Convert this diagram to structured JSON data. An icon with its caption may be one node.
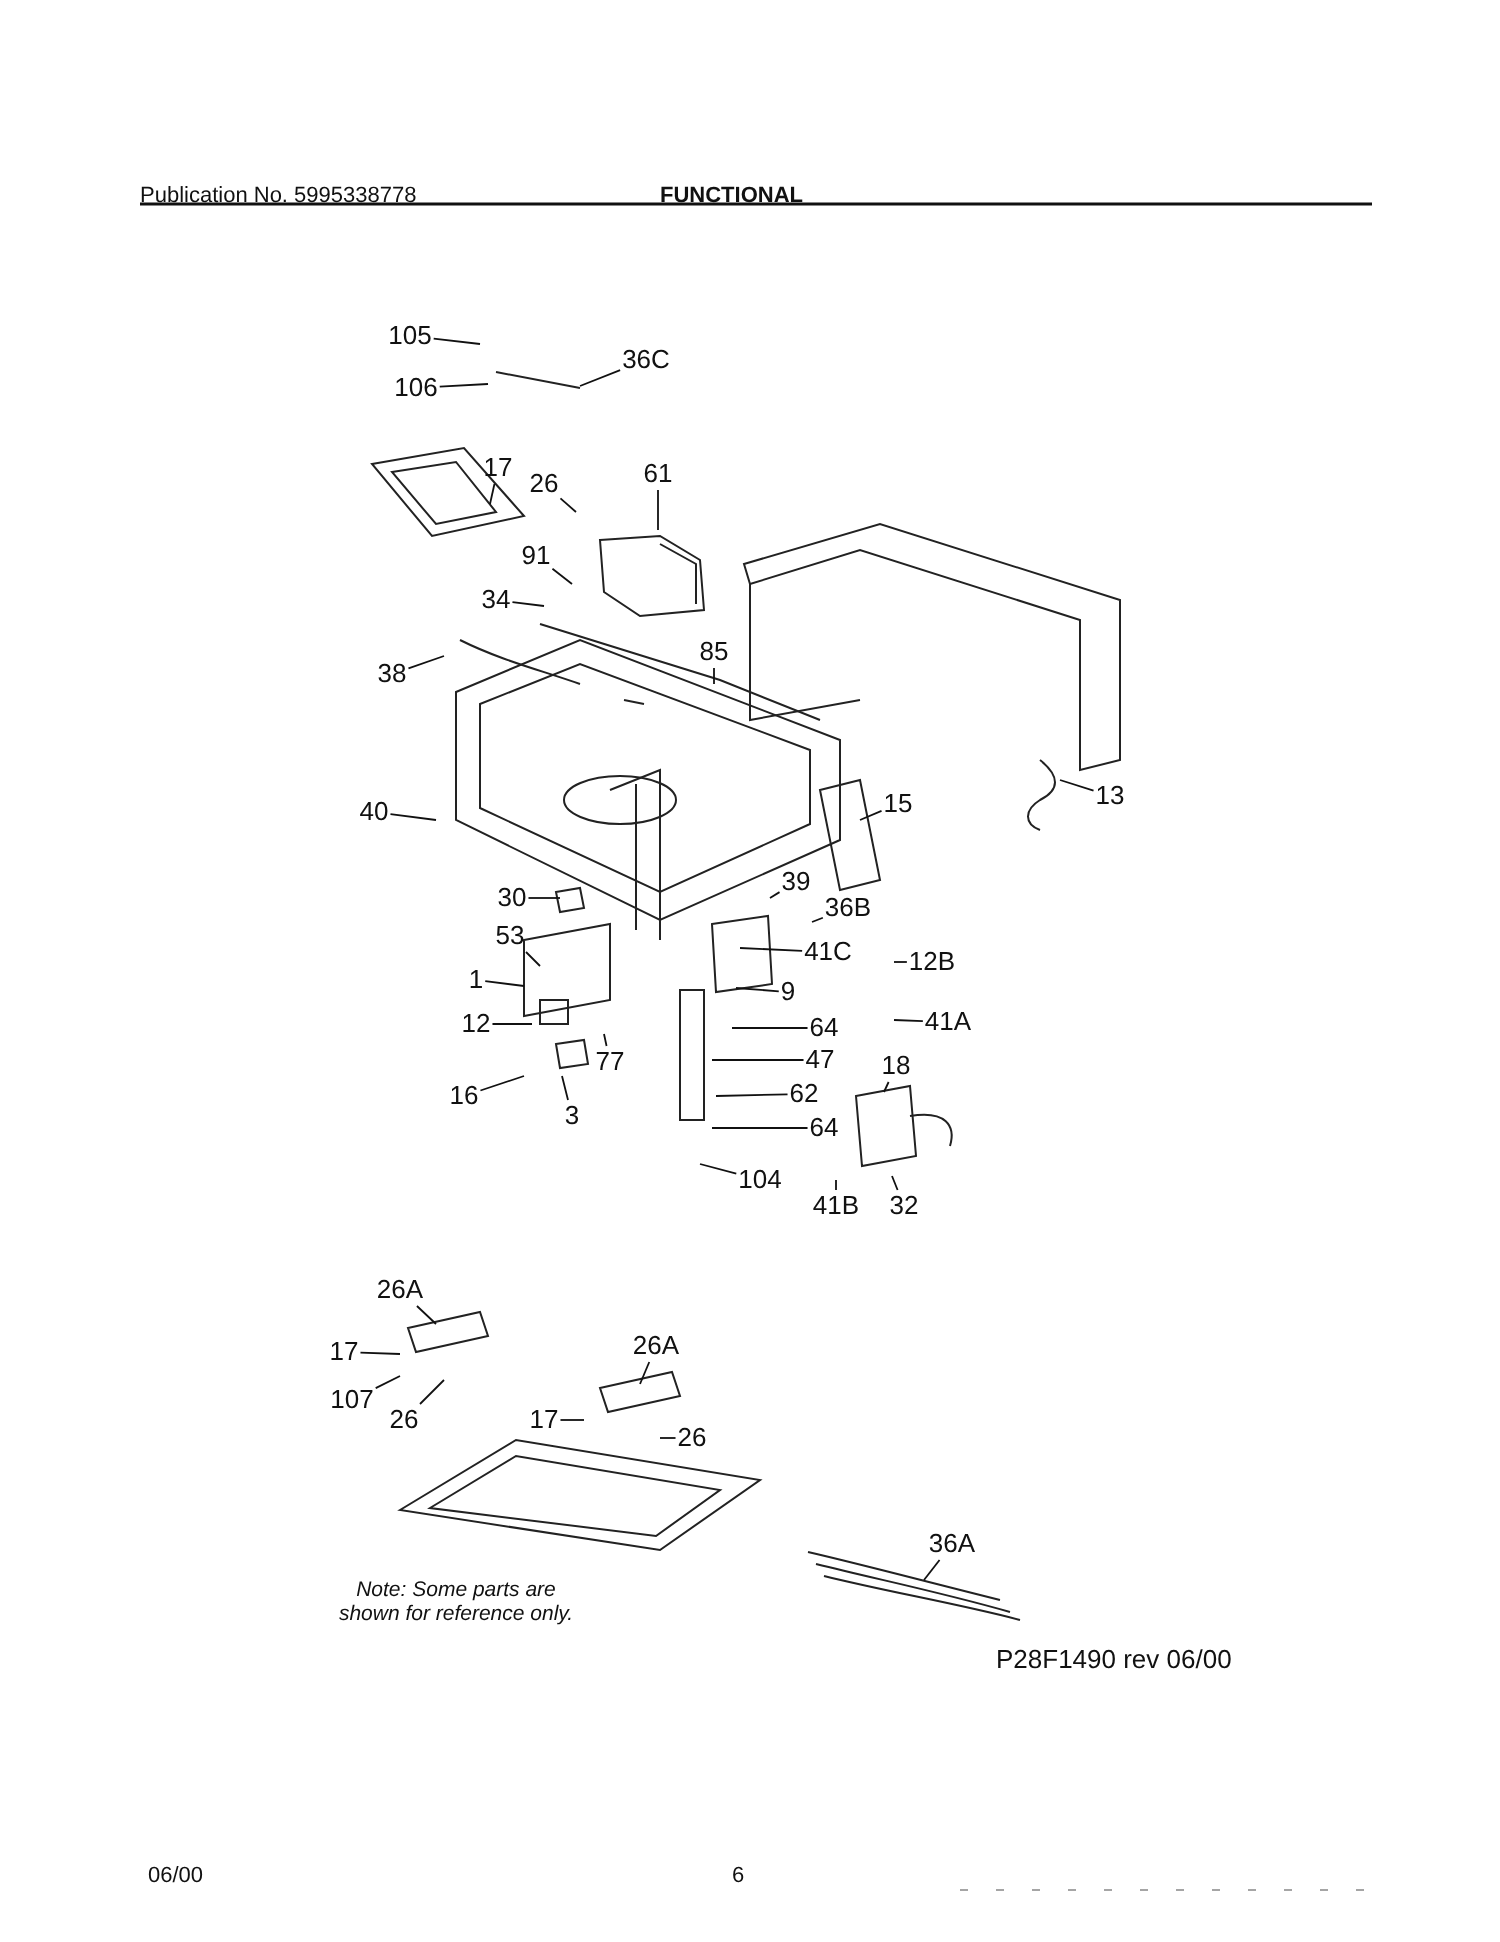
{
  "diagram": {
    "nodes": [
      {
        "text": [
          "105"
        ]
      },
      {
        "text": [
          "106"
        ]
      },
      {
        "text": [
          "36C"
        ]
      },
      {
        "text": [
          "17"
        ]
      },
      {
        "text": [
          "26"
        ]
      },
      {
        "text": [
          "61"
        ]
      },
      {
        "text": [
          "91"
        ]
      },
      {
        "text": [
          "34"
        ]
      },
      {
        "text": [
          "38"
        ]
      },
      {
        "text": [
          "85"
        ]
      },
      {
        "text": [
          "40"
        ]
      },
      {
        "text": [
          "15"
        ]
      },
      {
        "text": [
          "13"
        ]
      },
      {
        "text": [
          "30"
        ]
      },
      {
        "text": [
          "39"
        ]
      },
      {
        "text": [
          "36B"
        ]
      },
      {
        "text": [
          "53"
        ]
      },
      {
        "text": [
          "1"
        ]
      },
      {
        "text": [
          "41C"
        ]
      },
      {
        "text": [
          "12B"
        ]
      },
      {
        "text": [
          "12"
        ]
      },
      {
        "text": [
          "9"
        ]
      },
      {
        "text": [
          "41A"
        ]
      },
      {
        "text": [
          "64"
        ]
      },
      {
        "text": [
          "47"
        ]
      },
      {
        "text": [
          "16"
        ]
      },
      {
        "text": [
          "77"
        ]
      },
      {
        "text": [
          "3"
        ]
      },
      {
        "text": [
          "62"
        ]
      },
      {
        "text": [
          "64"
        ]
      },
      {
        "text": [
          "18"
        ]
      },
      {
        "text": [
          "104"
        ]
      },
      {
        "text": [
          "41B"
        ]
      },
      {
        "text": [
          "32"
        ]
      },
      {
        "text": [
          "26A"
        ]
      },
      {
        "text": [
          "17"
        ]
      },
      {
        "text": [
          "107"
        ]
      },
      {
        "text": [
          "26"
        ]
      },
      {
        "text": [
          "26A"
        ]
      },
      {
        "text": [
          "17"
        ]
      },
      {
        "text": [
          "26"
        ]
      },
      {
        "text": [
          "36A"
        ]
      }
    ],
    "edges": [
      {
        "from": 0,
        "to": null,
        "arrow": "none"
      },
      {
        "from": 1,
        "to": null,
        "arrow": "none"
      },
      {
        "from": 2,
        "to": null,
        "arrow": "none"
      },
      {
        "from": 3,
        "to": null,
        "arrow": "none"
      },
      {
        "from": 4,
        "to": null,
        "arrow": "none"
      },
      {
        "from": 5,
        "to": null,
        "arrow": "none"
      },
      {
        "from": 6,
        "to": null,
        "arrow": "none"
      },
      {
        "from": 7,
        "to": null,
        "arrow": "none"
      },
      {
        "from": 8,
        "to": null,
        "arrow": "none"
      },
      {
        "from": 9,
        "to": null,
        "arrow": "none"
      },
      {
        "from": 10,
        "to": null,
        "arrow": "none"
      },
      {
        "from": 11,
        "to": null,
        "arrow": "none"
      },
      {
        "from": 12,
        "to": null,
        "arrow": "none"
      },
      {
        "from": 13,
        "to": null,
        "arrow": "none"
      },
      {
        "from": 14,
        "to": null,
        "arrow": "none"
      },
      {
        "from": 15,
        "to": null,
        "arrow": "none"
      },
      {
        "from": 16,
        "to": null,
        "arrow": "none"
      },
      {
        "from": 17,
        "to": null,
        "arrow": "none"
      },
      {
        "from": 18,
        "to": null,
        "arrow": "none"
      },
      {
        "from": 19,
        "to": null,
        "arrow": "none"
      },
      {
        "from": 20,
        "to": null,
        "arrow": "none"
      },
      {
        "from": 21,
        "to": null,
        "arrow": "none"
      },
      {
        "from": 22,
        "to": null,
        "arrow": "none"
      },
      {
        "from": 23,
        "to": null,
        "arrow": "none"
      },
      {
        "from": 24,
        "to": null,
        "arrow": "none"
      },
      {
        "from": 25,
        "to": null,
        "arrow": "none"
      },
      {
        "from": 26,
        "to": null,
        "arrow": "none"
      },
      {
        "from": 27,
        "to": null,
        "arrow": "none"
      },
      {
        "from": 28,
        "to": null,
        "arrow": "none"
      },
      {
        "from": 29,
        "to": null,
        "arrow": "none"
      },
      {
        "from": 30,
        "to": null,
        "arrow": "none"
      },
      {
        "from": 31,
        "to": null,
        "arrow": "none"
      },
      {
        "from": 32,
        "to": null,
        "arrow": "none"
      },
      {
        "from": 33,
        "to": null,
        "arrow": "none"
      },
      {
        "from": 34,
        "to": null,
        "arrow": "none"
      },
      {
        "from": 35,
        "to": null,
        "arrow": "none"
      },
      {
        "from": 36,
        "to": null,
        "arrow": "none"
      },
      {
        "from": 37,
        "to": null,
        "arrow": "none"
      },
      {
        "from": 38,
        "to": null,
        "arrow": "none"
      },
      {
        "from": 39,
        "to": null,
        "arrow": "none"
      },
      {
        "from": 40,
        "to": null,
        "arrow": "none"
      },
      {
        "from": 41,
        "to": null,
        "arrow": "none"
      }
    ],
    "labels": [
      "Publication No. 5995338778",
      "FUNCTIONAL",
      "Note: Some parts are shown for reference only.",
      "P28F1490 rev 06/00",
      "06/00",
      "6"
    ]
  }
}
